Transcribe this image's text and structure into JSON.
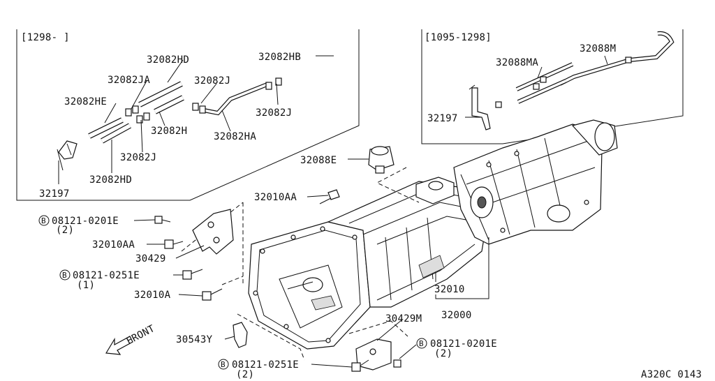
{
  "inset_left": {
    "date_range": "[1298-    ]"
  },
  "inset_right": {
    "date_range": "[1095-1298]"
  },
  "labels": {
    "p32082HB": "32082HB",
    "p32082HD_top": "32082HD",
    "p32082JA": "32082JA",
    "p32082J_top": "32082J",
    "p32082HE": "32082HE",
    "p32082J_mid": "32082J",
    "p32082H": "32082H",
    "p32082HA": "32082HA",
    "p32082J_low": "32082J",
    "p32082HD_low": "32082HD",
    "p32197_left": "32197",
    "p32088MA": "32088MA",
    "p32088M": "32088M",
    "p32197_right": "32197",
    "p32088E": "32088E",
    "p32010AA_top": "32010AA",
    "p08121_0201E_left": "08121-0201E",
    "qty_2_a": "(2)",
    "p32010AA_left": "32010AA",
    "p30429": "30429",
    "p08121_0251E_mid": "08121-0251E",
    "qty_1": "(1)",
    "p32010A": "32010A",
    "p32010": "32010",
    "p32000": "32000",
    "p30429M": "30429M",
    "p08121_0201E_right": "08121-0201E",
    "qty_2_b": "(2)",
    "p30543Y": "30543Y",
    "p08121_0251E_bottom": "08121-0251E",
    "qty_2_c": "(2)",
    "front": "FRONT",
    "code": "A320C 0143",
    "bolt_symbol": "B"
  }
}
